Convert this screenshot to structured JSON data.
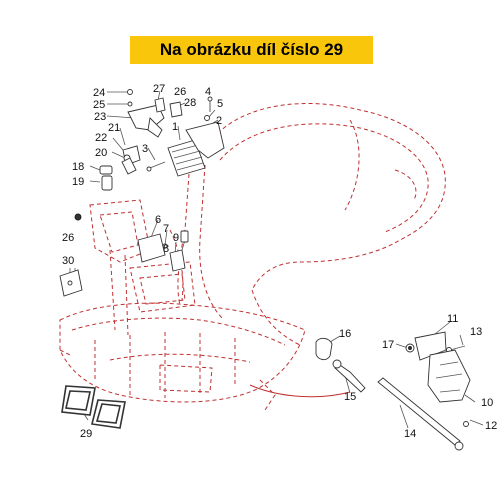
{
  "banner": {
    "text": "Na obrázku díl číslo 29"
  },
  "colors": {
    "banner_bg": "#f9c60c",
    "frame_line": "#c03030",
    "part_line": "#333333"
  },
  "callouts": [
    {
      "id": "c1",
      "text": "1"
    },
    {
      "id": "c2",
      "text": "2"
    },
    {
      "id": "c3",
      "text": "3"
    },
    {
      "id": "c4",
      "text": "4"
    },
    {
      "id": "c5",
      "text": "5"
    },
    {
      "id": "c6",
      "text": "6"
    },
    {
      "id": "c7",
      "text": "7"
    },
    {
      "id": "c8",
      "text": "8"
    },
    {
      "id": "c9",
      "text": "9"
    },
    {
      "id": "c10",
      "text": "10"
    },
    {
      "id": "c11",
      "text": "11"
    },
    {
      "id": "c12",
      "text": "12"
    },
    {
      "id": "c13",
      "text": "13"
    },
    {
      "id": "c14",
      "text": "14"
    },
    {
      "id": "c15",
      "text": "15"
    },
    {
      "id": "c16",
      "text": "16"
    },
    {
      "id": "c17",
      "text": "17"
    },
    {
      "id": "c18",
      "text": "18"
    },
    {
      "id": "c19",
      "text": "19"
    },
    {
      "id": "c20",
      "text": "20"
    },
    {
      "id": "c21",
      "text": "21"
    },
    {
      "id": "c22",
      "text": "22"
    },
    {
      "id": "c23",
      "text": "23"
    },
    {
      "id": "c24",
      "text": "24"
    },
    {
      "id": "c25",
      "text": "25"
    },
    {
      "id": "c26a",
      "text": "26"
    },
    {
      "id": "c26b",
      "text": "26"
    },
    {
      "id": "c27",
      "text": "27"
    },
    {
      "id": "c28",
      "text": "28"
    },
    {
      "id": "c29",
      "text": "29"
    },
    {
      "id": "c30",
      "text": "30"
    }
  ]
}
